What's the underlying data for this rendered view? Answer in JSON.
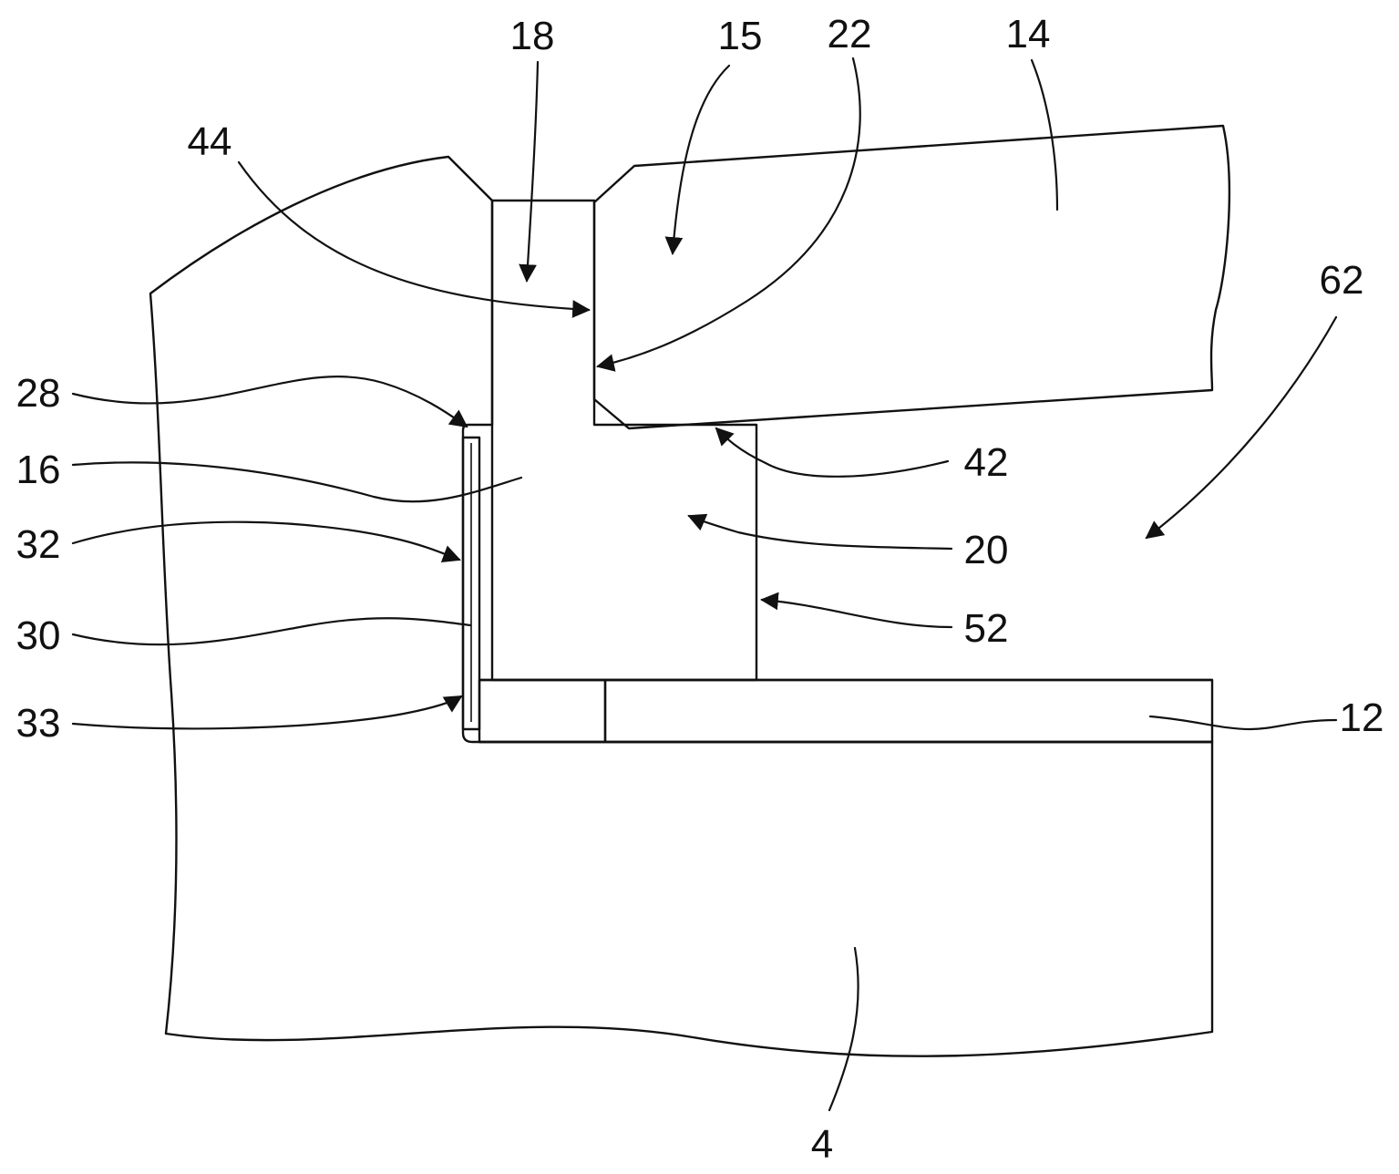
{
  "figure": {
    "reference_numerals": {
      "r18": "18",
      "r15": "15",
      "r22": "22",
      "r14": "14",
      "r44": "44",
      "r62": "62",
      "r28": "28",
      "r16": "16",
      "r42": "42",
      "r32": "32",
      "r20": "20",
      "r30": "30",
      "r52": "52",
      "r33": "33",
      "r12": "12",
      "r4": "4"
    },
    "colors": {
      "line": "#111111",
      "background": "#ffffff"
    }
  }
}
